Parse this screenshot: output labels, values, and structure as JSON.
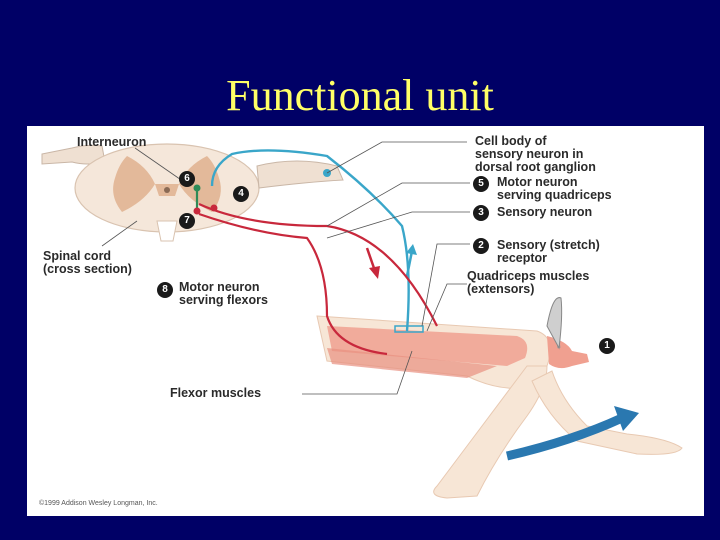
{
  "slide": {
    "title": "Functional unit"
  },
  "diagram": {
    "labels": {
      "interneuron": "Interneuron",
      "cell_body_1": "Cell body of",
      "cell_body_2": "sensory neuron in",
      "cell_body_3": "dorsal root ganglion",
      "motor_quad_1": "Motor neuron",
      "motor_quad_2": "serving quadriceps",
      "sensory_neuron": "Sensory neuron",
      "receptor_1": "Sensory (stretch)",
      "receptor_2": "receptor",
      "quad_muscles_1": "Quadriceps muscles",
      "quad_muscles_2": "(extensors)",
      "spinal_cord_1": "Spinal cord",
      "spinal_cord_2": "(cross section)",
      "motor_flex_1": "Motor neuron",
      "motor_flex_2": "serving flexors",
      "flexor_muscles": "Flexor muscles"
    },
    "numbers": {
      "n1": "1",
      "n2": "2",
      "n3": "3",
      "n4": "4",
      "n5": "5",
      "n6": "6",
      "n7": "7",
      "n8": "8"
    },
    "copyright": "©1999 Addison Wesley Longman, Inc.",
    "colors": {
      "sensory": "#3aa6c9",
      "motor": "#c8283c",
      "interneuron": "#2e8b57",
      "skin": "#f7e6d6",
      "muscle": "#f0a090",
      "kick_arrow": "#2a78b0"
    }
  }
}
